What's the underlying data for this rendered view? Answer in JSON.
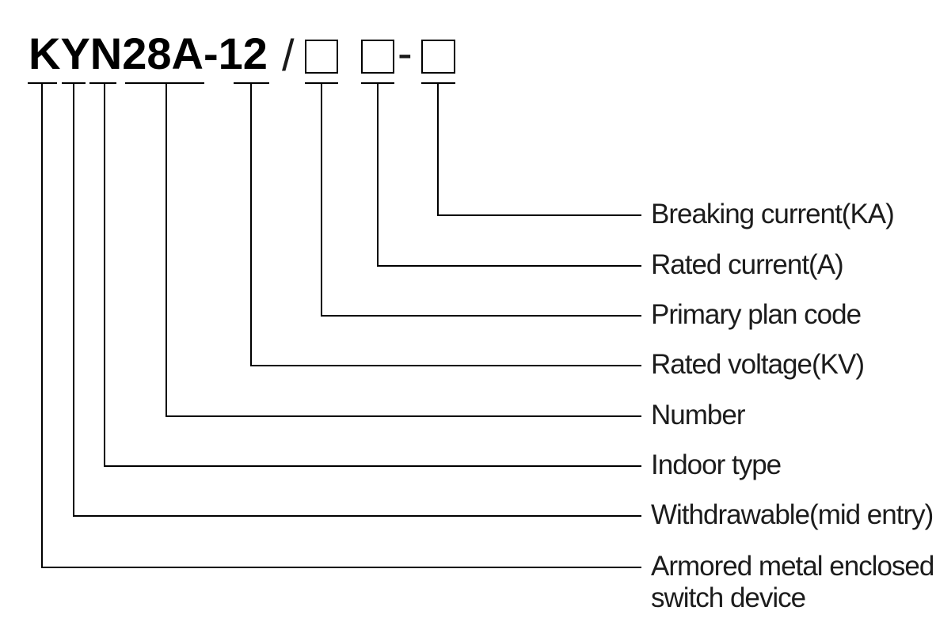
{
  "model_designation": {
    "model": "KYN28A-12",
    "separator_slash": "/",
    "separator_dash": "-",
    "placeholder_box_count": 3,
    "parts": [
      {
        "code": "K",
        "meaning": "Armored metal enclosed switch device"
      },
      {
        "code": "Y",
        "meaning": "Withdrawable(mid entry)"
      },
      {
        "code": "N",
        "meaning": "Indoor type"
      },
      {
        "code": "28A",
        "meaning": "Number"
      },
      {
        "code": "12",
        "meaning": "Rated voltage(KV)"
      },
      {
        "code": "box",
        "meaning": "Primary plan code"
      },
      {
        "code": "box",
        "meaning": "Rated current(A)"
      },
      {
        "code": "box",
        "meaning": "Breaking current(KA)"
      }
    ]
  },
  "colors": {
    "ink": "#000000",
    "label_text": "#1c1c1c",
    "background": "#ffffff"
  }
}
